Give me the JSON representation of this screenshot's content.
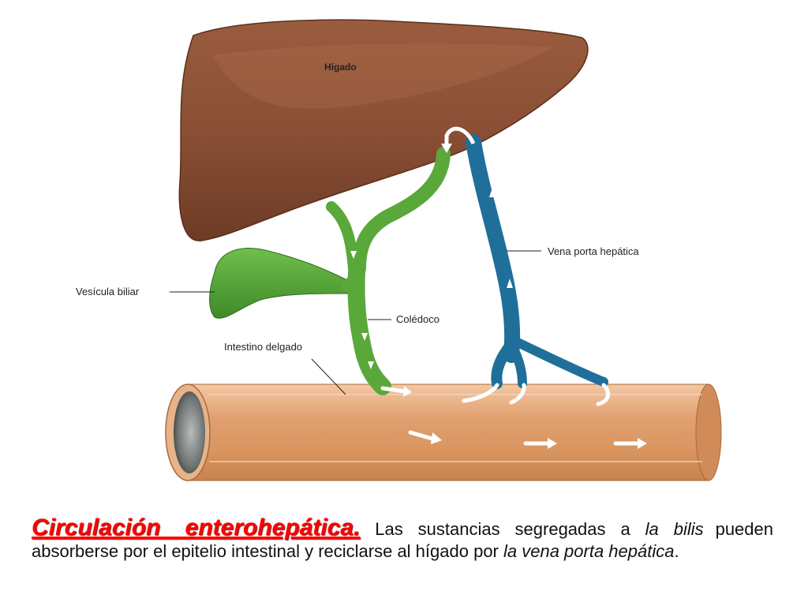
{
  "labels": {
    "liver": "Hígado",
    "gallbladder": "Vesícula biliar",
    "bile_duct": "Colédoco",
    "small_intestine": "Intestino delgado",
    "portal_vein": "Vena porta hepática"
  },
  "caption": {
    "title": "Circulación enterohepática.",
    "part1": " Las sustancias segregadas a ",
    "em1": "la bilis",
    "part2": " pueden absorberse por el epitelio intestinal y reciclarse al hígado por ",
    "em2": "la vena porta hepática",
    "part3": "."
  },
  "colors": {
    "liver": "#8a4f35",
    "gallbladder": "#58a63a",
    "portal_vein": "#1f6f9a",
    "intestine": "#e1a071",
    "caption_title": "#ff0000"
  }
}
